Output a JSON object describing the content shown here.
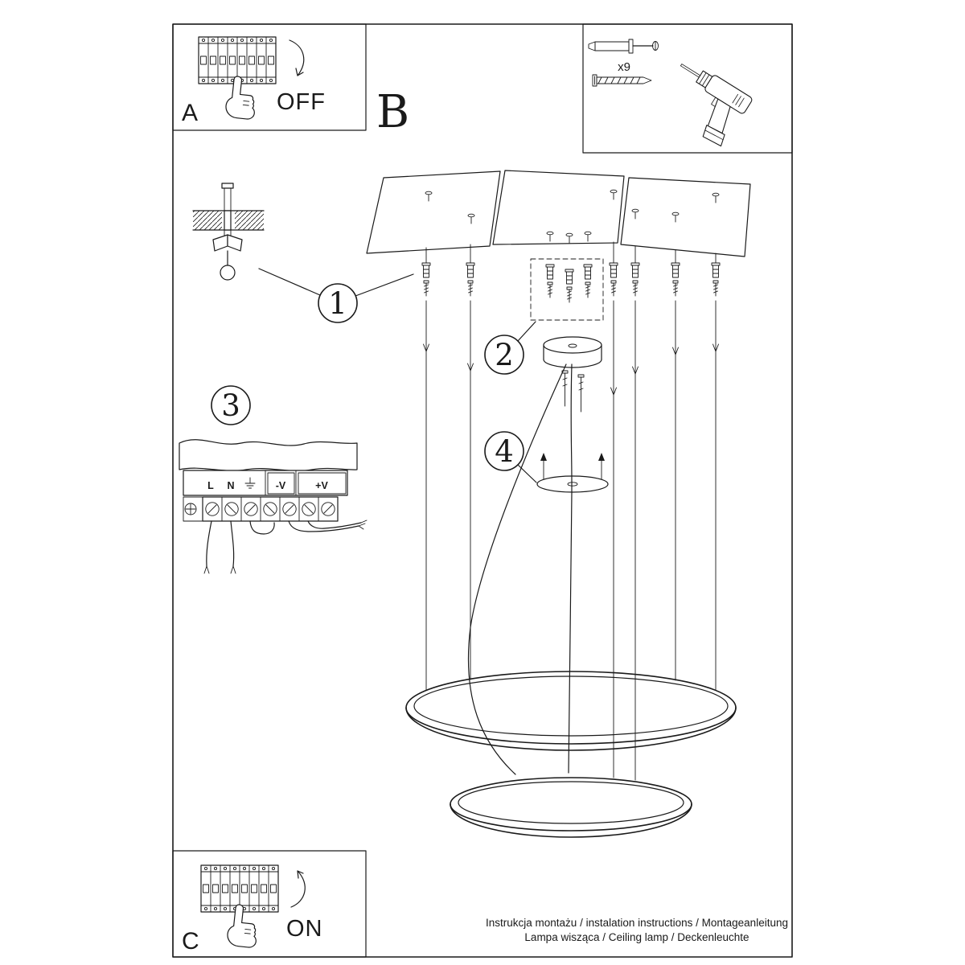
{
  "page": {
    "footer_line1": "Instrukcja montażu / instalation instructions / Montageanleitung",
    "footer_line2": "Lampa wisząca / Ceiling lamp / Deckenleuchte",
    "ink_color": "#1a1a1a",
    "paper_color": "#ffffff"
  },
  "sections": {
    "a": "A",
    "b": "B",
    "c": "C",
    "off": "OFF",
    "on": "ON"
  },
  "steps": {
    "one": "1",
    "two": "2",
    "three": "3",
    "four": "4"
  },
  "hardware": {
    "plug_count": "x9"
  },
  "terminal": {
    "live": "L",
    "neutral": "N",
    "minus_v": "-V",
    "plus_v": "+V"
  },
  "icons": {
    "pointing_hand": "pointing-hand-icon",
    "rotate_arrow": "rotate-arrow-icon",
    "drill": "drill-icon",
    "wall_plug": "wall-plug-icon",
    "screw": "screw-icon",
    "earth_ground": "earth-ground-icon"
  }
}
